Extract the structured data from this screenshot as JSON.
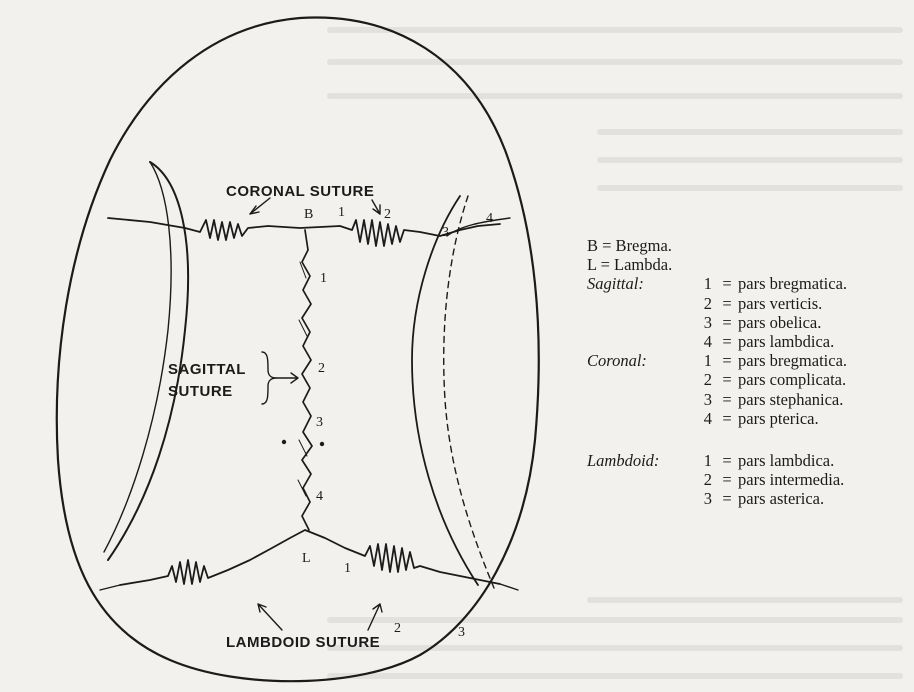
{
  "labels": {
    "coronal_suture": "CORONAL SUTURE",
    "sagittal_suture_1": "SAGITTAL",
    "sagittal_suture_2": "SUTURE",
    "lambdoid_suture": "LAMBDOID SUTURE",
    "bregma_letter": "B",
    "lambda_letter": "L"
  },
  "point_numbers": {
    "coronal": [
      "1",
      "2",
      "3",
      "4"
    ],
    "sagittal": [
      "1",
      "2",
      "3",
      "4"
    ],
    "lambdoid": [
      "1",
      "2",
      "3"
    ]
  },
  "legend": {
    "b_line": "B = Bregma.",
    "l_line": "L = Lambda.",
    "groups": [
      {
        "name": "Sagittal:",
        "items": [
          {
            "num": "1",
            "text": "pars bregmatica."
          },
          {
            "num": "2",
            "text": "pars verticis."
          },
          {
            "num": "3",
            "text": "pars obelica."
          },
          {
            "num": "4",
            "text": "pars lambdica."
          }
        ]
      },
      {
        "name": "Coronal:",
        "items": [
          {
            "num": "1",
            "text": "pars bregmatica."
          },
          {
            "num": "2",
            "text": "pars complicata."
          },
          {
            "num": "3",
            "text": "pars stephanica."
          },
          {
            "num": "4",
            "text": "pars pterica."
          }
        ]
      },
      {
        "name": "Lambdoid:",
        "items": [
          {
            "num": "1",
            "text": "pars lambdica."
          },
          {
            "num": "2",
            "text": "pars intermedia."
          },
          {
            "num": "3",
            "text": "pars asterica."
          }
        ]
      }
    ],
    "equals": "="
  },
  "colors": {
    "paper": "#f2f1ee",
    "ink": "#1b1b1b",
    "bleed": "#d9d8d4"
  }
}
